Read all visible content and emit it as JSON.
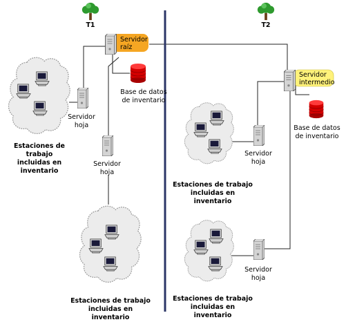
{
  "colors": {
    "divider": "#2b3566",
    "root_tag": "#f5a623",
    "intermediate_tag": "#fff27a",
    "database": "#d40000",
    "cloud_fill": "#ececec",
    "tree_foliage": "#2e9a2e"
  },
  "trees": {
    "left_label": "T1",
    "right_label": "T2"
  },
  "left": {
    "root_server": {
      "line1": "Servidor",
      "line2": "raíz"
    },
    "database": {
      "line1": "Base de datos",
      "line2": "de inventario"
    },
    "leaf_server_top": {
      "line1": "Servidor",
      "line2": "hoja"
    },
    "leaf_server_mid": {
      "line1": "Servidor",
      "line2": "hoja"
    },
    "workstations_top": {
      "line1": "Estaciones de trabajo",
      "line2": "incluidas en inventario"
    },
    "workstations_bottom": {
      "line1": "Estaciones de trabajo",
      "line2": "incluidas en inventario"
    }
  },
  "right": {
    "intermediate_server": {
      "line1": "Servidor",
      "line2": "intermedio"
    },
    "database": {
      "line1": "Base de datos",
      "line2": "de inventario"
    },
    "leaf_server_top": {
      "line1": "Servidor",
      "line2": "hoja"
    },
    "leaf_server_bottom": {
      "line1": "Servidor",
      "line2": "hoja"
    },
    "workstations_top": {
      "line1": "Estaciones de trabajo",
      "line2": "incluidas en inventario"
    },
    "workstations_bottom": {
      "line1": "Estaciones de trabajo",
      "line2": "incluidas en inventario"
    }
  }
}
